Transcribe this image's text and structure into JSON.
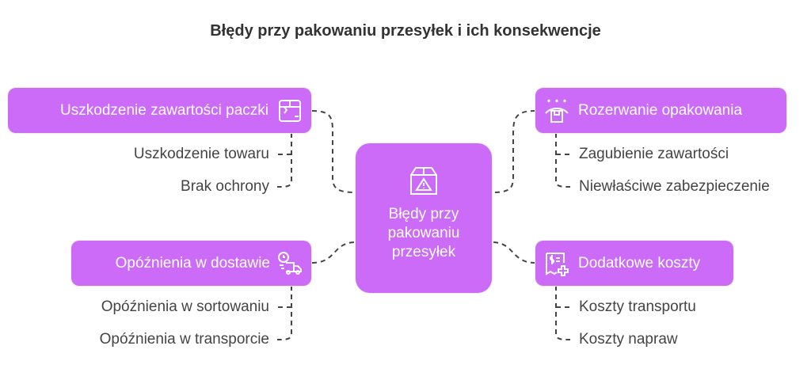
{
  "title": "Błędy przy pakowaniu przesyłek i ich konsekwencje",
  "center": {
    "label": "Błędy przy pakowaniu przesyłek",
    "icon": "warning-box-icon"
  },
  "branches": [
    {
      "label": "Uszkodzenie zawartości paczki",
      "icon": "damaged-box-icon",
      "items": [
        "Uszkodzenie towaru",
        "Brak ochrony"
      ]
    },
    {
      "label": "Opóźnienia w dostawie",
      "icon": "delivery-truck-clock-icon",
      "items": [
        "Opóźnienia w sortowaniu",
        "Opóźnienia w transporcie"
      ]
    },
    {
      "label": "Rozerwanie opakowania",
      "icon": "torn-package-icon",
      "items": [
        "Zagubienie zawartości",
        "Niewłaściwe zabezpieczenie"
      ]
    },
    {
      "label": "Dodatkowe koszty",
      "icon": "receipt-plus-icon",
      "items": [
        "Koszty transportu",
        "Koszty napraw"
      ]
    }
  ],
  "colors": {
    "node": "#cb6bf7",
    "text": "#444444",
    "line": "#444444"
  }
}
